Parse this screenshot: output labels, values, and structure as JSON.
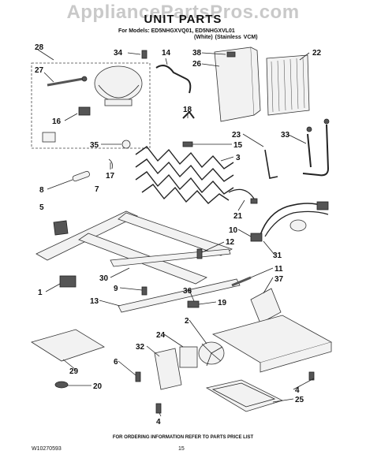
{
  "header": {
    "watermark": "AppliancePartsPros.com",
    "title": "UNIT PARTS",
    "models_line": "For Models: ED5NHGXVQ01, ED5NHGXVL01",
    "variants_line": "(White)        (Stainless VCM)"
  },
  "callouts": [
    "28",
    "34",
    "14",
    "38",
    "22",
    "27",
    "26",
    "16",
    "18",
    "23",
    "33",
    "15",
    "35",
    "3",
    "17",
    "8",
    "7",
    "5",
    "21",
    "10",
    "12",
    "31",
    "11",
    "30",
    "37",
    "1",
    "9",
    "13",
    "36",
    "19",
    "2",
    "24",
    "32",
    "6",
    "29",
    "20",
    "4",
    "4",
    "25"
  ],
  "footer": {
    "note": "FOR ORDERING INFORMATION REFER TO PARTS PRICE LIST",
    "doc_number": "W10270593",
    "page_number": "15"
  }
}
